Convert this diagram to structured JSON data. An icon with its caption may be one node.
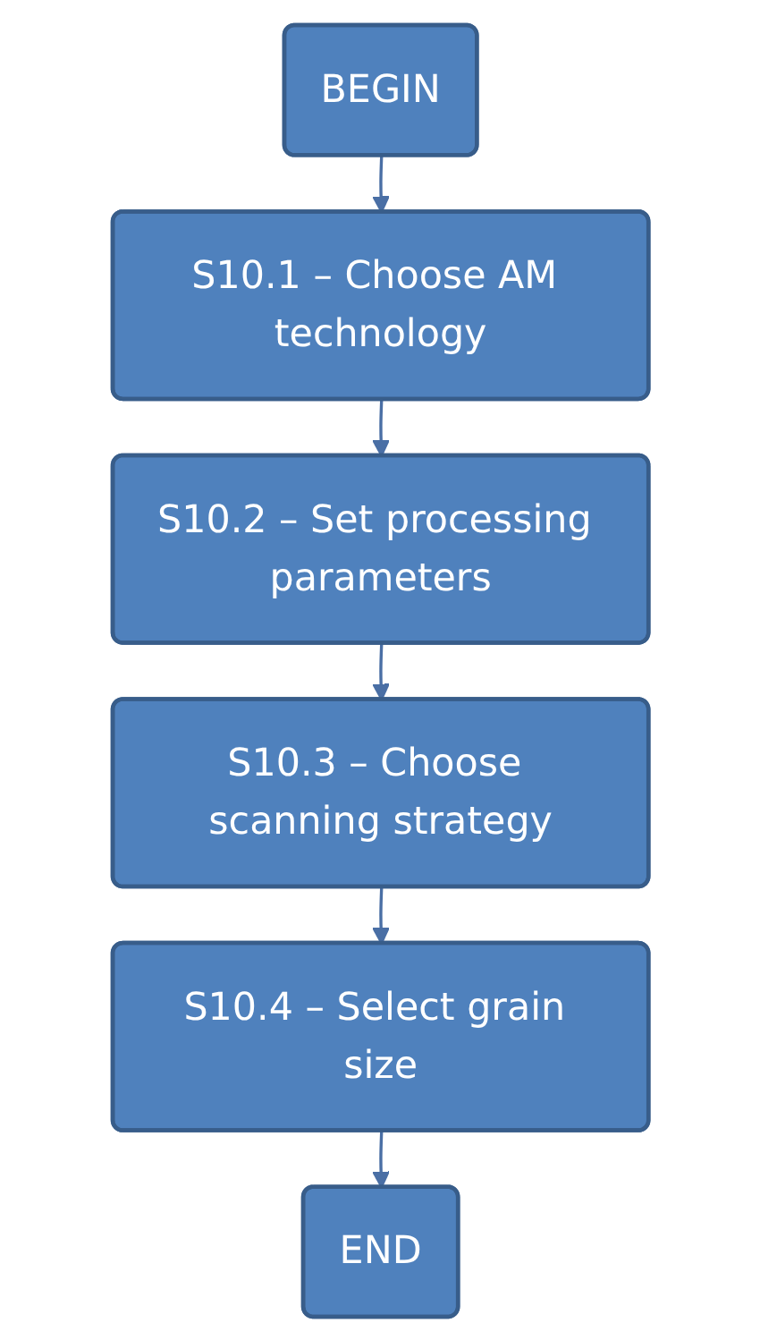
{
  "diagram": {
    "nodes": [
      {
        "text": [
          "BEGIN"
        ]
      },
      {
        "text": [
          "S10.1 – Choose AM technology"
        ]
      },
      {
        "text": [
          "S10.2 – Set processing parameters"
        ]
      },
      {
        "text": [
          "S10.3 – Choose scanning strategy"
        ]
      },
      {
        "text": [
          "S10.4 – Select grain size"
        ]
      },
      {
        "text": [
          "END"
        ]
      }
    ],
    "edges": [
      {
        "from": 0,
        "to": 1,
        "arrow": "to"
      },
      {
        "from": 1,
        "to": 2,
        "arrow": "to"
      },
      {
        "from": 2,
        "to": 3,
        "arrow": "to"
      },
      {
        "from": 3,
        "to": 4,
        "arrow": "to"
      },
      {
        "from": 4,
        "to": 5,
        "arrow": "to"
      }
    ]
  }
}
